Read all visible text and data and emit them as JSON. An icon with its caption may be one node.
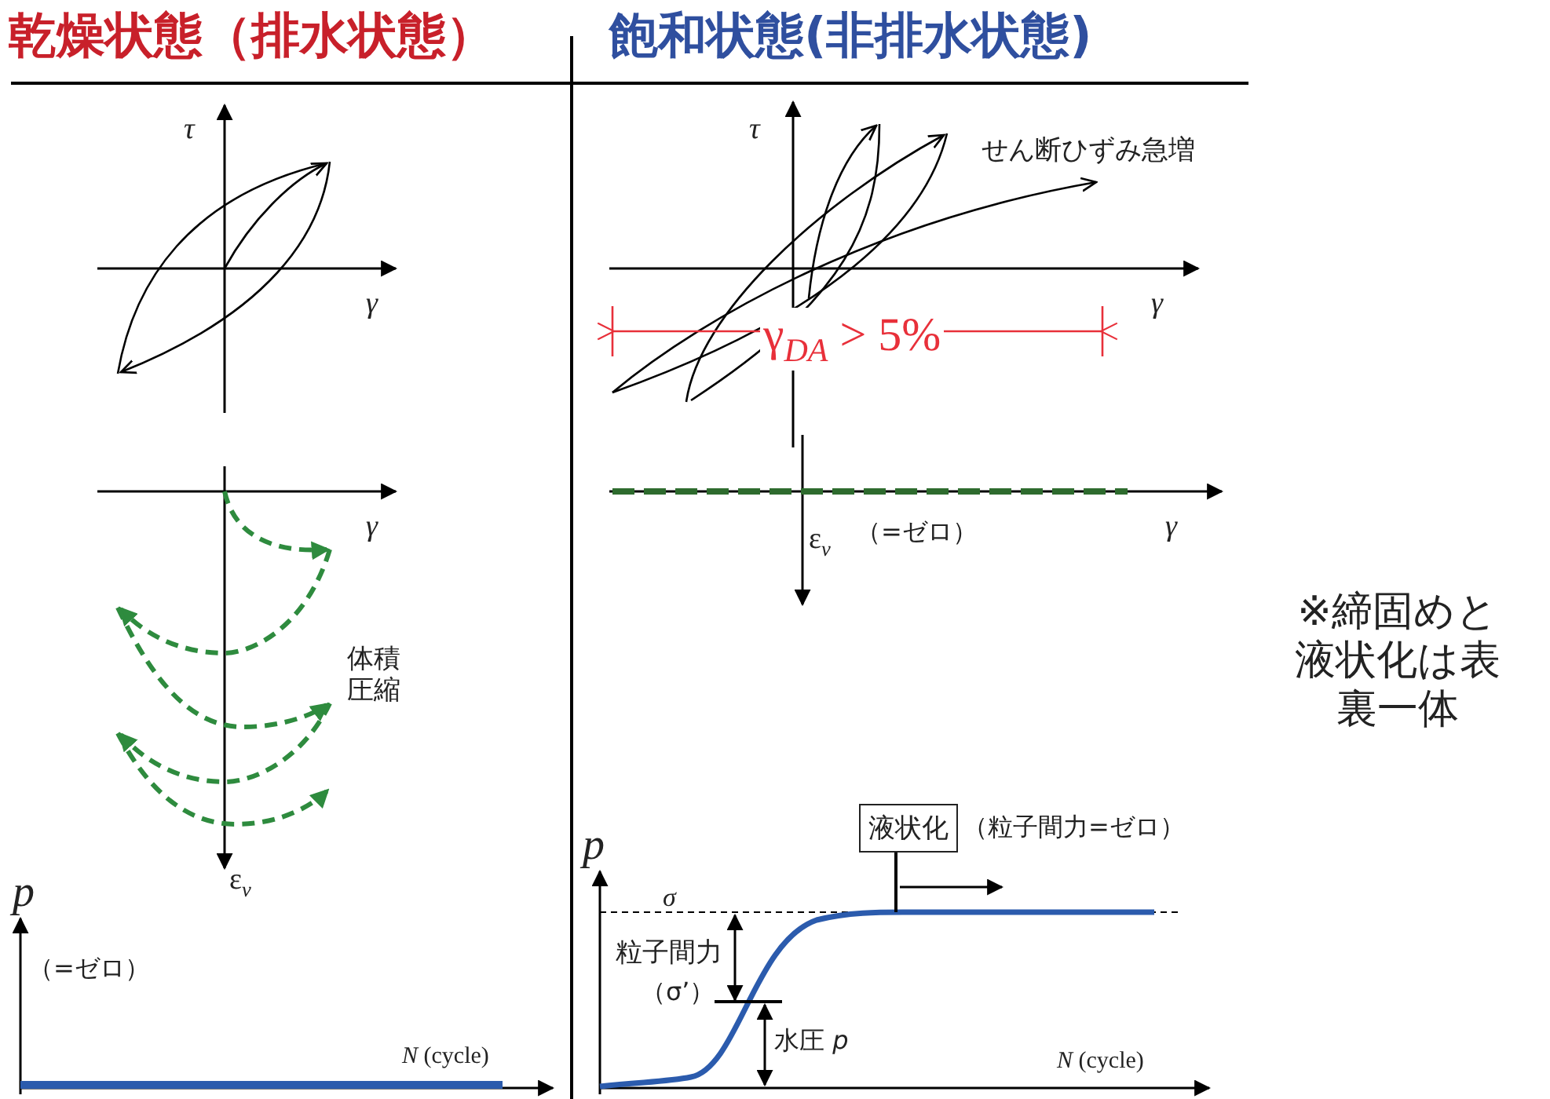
{
  "diagram": {
    "nodes": [
      {
        "text": [
          "液状化"
        ],
        "beside": [
          "（粒子間力=ゼロ）"
        ]
      },
      {
        "text": [],
        "shape": "line"
      }
    ],
    "edges": [
      {
        "from": 0,
        "to": 1,
        "arrow": "none"
      }
    ],
    "labels": [
      "乾燥状態（排水状態）",
      "飽和状態(非排水状態)",
      "τ",
      "γ",
      "γ",
      "体積圧縮",
      "ε$_{v}$",
      "p",
      "（=ゼロ）",
      "*N* (cycle)",
      "τ",
      "せん断ひずみ急増",
      "γ",
      "γ$_{DA}$ > 5%",
      "ε$_{v}$",
      "（=ゼロ）",
      "γ",
      "p",
      "σ",
      "粒子間力",
      "（σ’）",
      "水圧 *p*",
      "*N* (cycle)",
      "※締固めと液状化は表裏一体"
    ]
  }
}
